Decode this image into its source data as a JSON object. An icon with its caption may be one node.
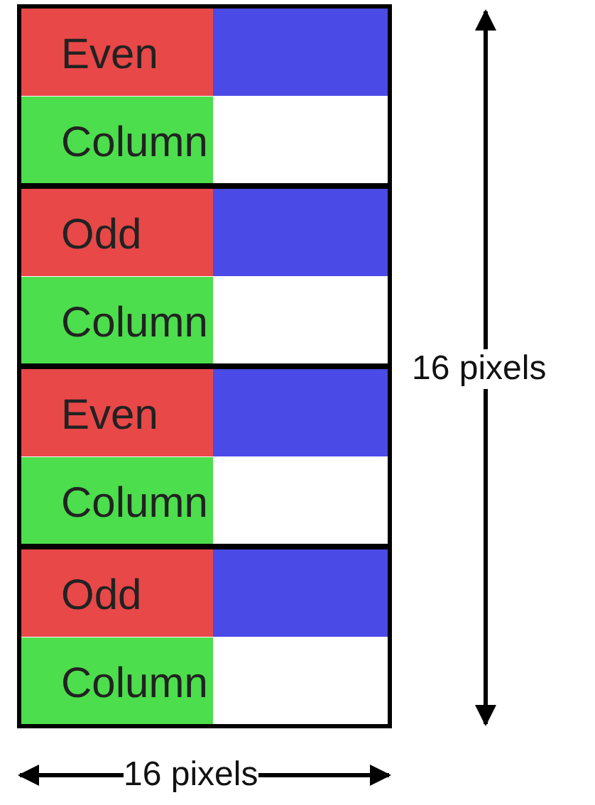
{
  "diagram": {
    "nodes": [
      {
        "text": [
          "Even Column"
        ]
      },
      {
        "text": [
          "Odd Column"
        ]
      },
      {
        "text": [
          "Even Column"
        ]
      },
      {
        "text": [
          "Odd Column"
        ]
      }
    ],
    "edges": [],
    "labels": [
      "16 pixels",
      "16 pixels"
    ]
  }
}
